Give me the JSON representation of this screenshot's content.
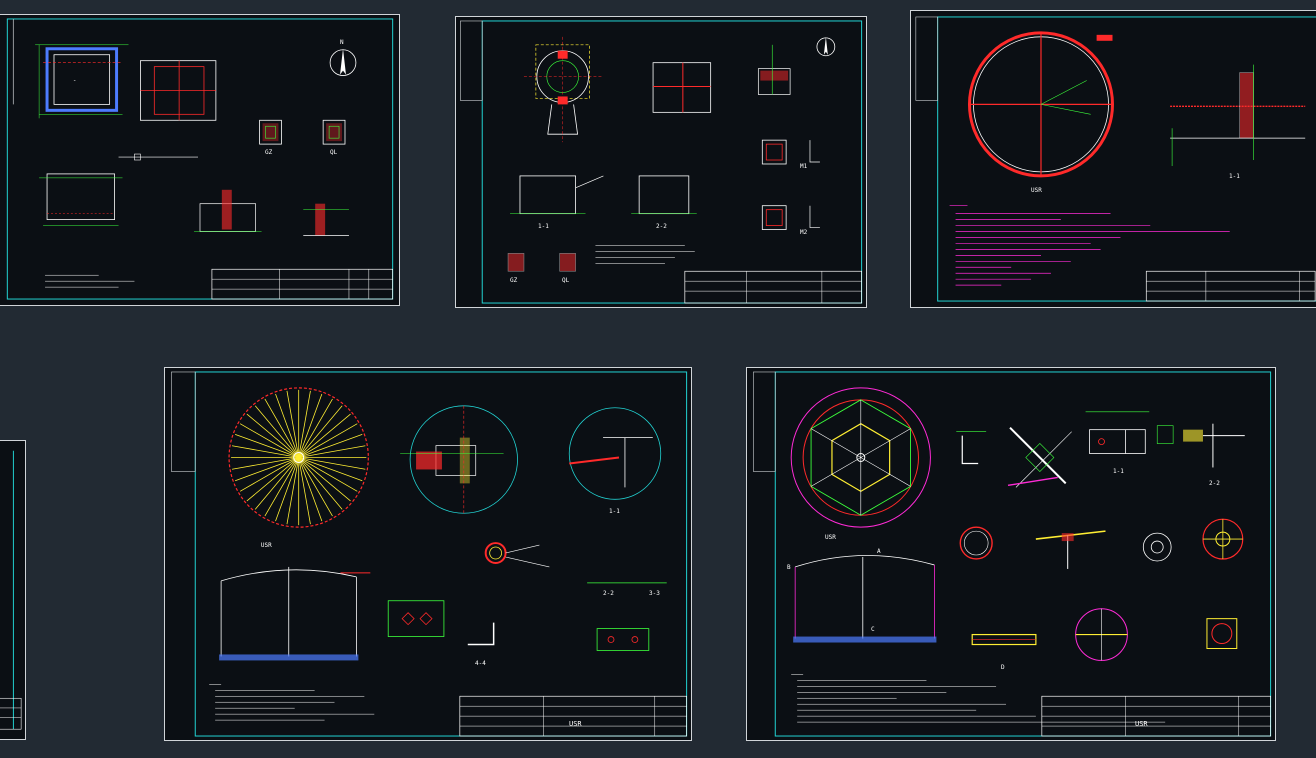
{
  "sheets": [
    {
      "id": "s1",
      "title": "",
      "drawing_no": "",
      "north_label": "N",
      "labels": [
        "GZ",
        "QL"
      ],
      "notes_label": ""
    },
    {
      "id": "s2",
      "title": "",
      "drawing_no": "",
      "labels": [
        "1-1",
        "2-2",
        "GZ",
        "QL",
        "M1",
        "M2"
      ]
    },
    {
      "id": "s3",
      "title": "",
      "drawing_no": "",
      "labels": [
        "1-1"
      ]
    },
    {
      "id": "s4",
      "title": "USR",
      "drawing_no": "",
      "labels": [
        "1-1",
        "2-2",
        "3-3",
        "4-4",
        "USR"
      ]
    },
    {
      "id": "s5",
      "title": "USR",
      "drawing_no": "",
      "labels": [
        "A",
        "B",
        "C",
        "D",
        "USR",
        "1-1",
        "2-2"
      ]
    }
  ],
  "colors": {
    "background": "#222a33",
    "sheet": "#0b0f14",
    "frame_cyan": "#22d3d3",
    "dim_green": "#3cff3c",
    "rebar_red": "#ff2a2a",
    "note_magenta": "#ff2bd6",
    "rib_yellow": "#ffee33"
  }
}
